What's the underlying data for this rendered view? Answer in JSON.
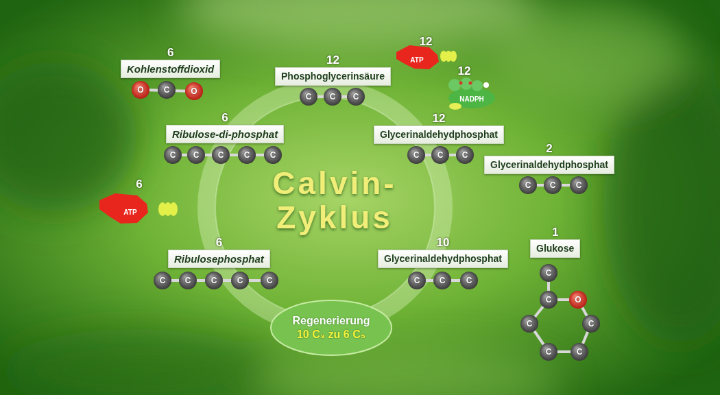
{
  "diagram": {
    "title": "Calvin- Zyklus",
    "nodes": [
      {
        "text": [
          "6",
          "Kohlenstoffdioxid"
        ]
      },
      {
        "text": [
          "12",
          "Phosphoglycerinsäure"
        ]
      },
      {
        "text": [
          "6",
          "Ribulose-di-phosphat"
        ]
      },
      {
        "text": [
          "12",
          "Glycerinaldehydphosphat"
        ]
      },
      {
        "text": [
          "2",
          "Glycerinaldehydphosphat"
        ]
      },
      {
        "text": [
          "6",
          "Ribulosephosphat"
        ]
      },
      {
        "text": [
          "10",
          "Glycerinaldehydphosphat"
        ]
      },
      {
        "text": [
          "1",
          "Glukose"
        ]
      },
      {
        "text": [
          "Regenerierung",
          "10 C₃ zu 6 C₅"
        ]
      }
    ],
    "labels": [
      "12",
      "ATP",
      "12",
      "NADPH",
      "6",
      "ATP",
      "O",
      "C",
      "O",
      "C",
      "C",
      "C",
      "C",
      "C",
      "C",
      "C",
      "C",
      "C",
      "C",
      "C",
      "C",
      "C",
      "C",
      "C",
      "C",
      "C",
      "C",
      "C",
      "C",
      "C",
      "C",
      "C",
      "C",
      "O",
      "C",
      "C",
      "C",
      "C"
    ]
  }
}
